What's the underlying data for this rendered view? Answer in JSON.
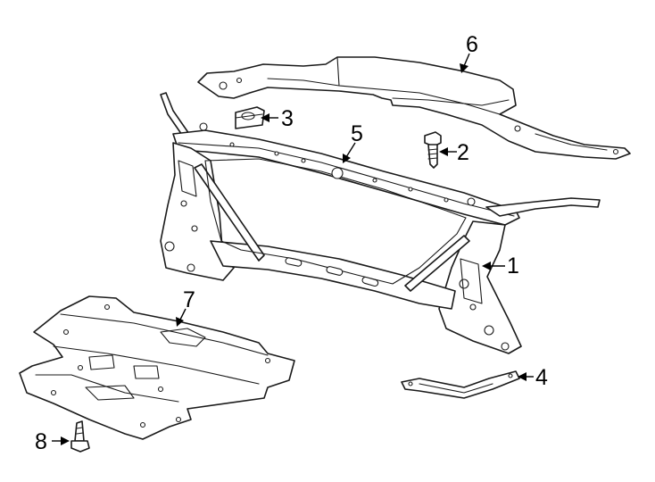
{
  "callouts": [
    {
      "id": "1",
      "text": "1",
      "part": "radiator-support-frame"
    },
    {
      "id": "2",
      "text": "2",
      "part": "bolt"
    },
    {
      "id": "3",
      "text": "3",
      "part": "bracket"
    },
    {
      "id": "4",
      "text": "4",
      "part": "lower-brace"
    },
    {
      "id": "5",
      "text": "5",
      "part": "upper-tie-bar"
    },
    {
      "id": "6",
      "text": "6",
      "part": "upper-cover"
    },
    {
      "id": "7",
      "text": "7",
      "part": "splash-shield"
    },
    {
      "id": "8",
      "text": "8",
      "part": "screw"
    }
  ],
  "colors": {
    "line": "#1a1a1a",
    "background": "#ffffff"
  }
}
